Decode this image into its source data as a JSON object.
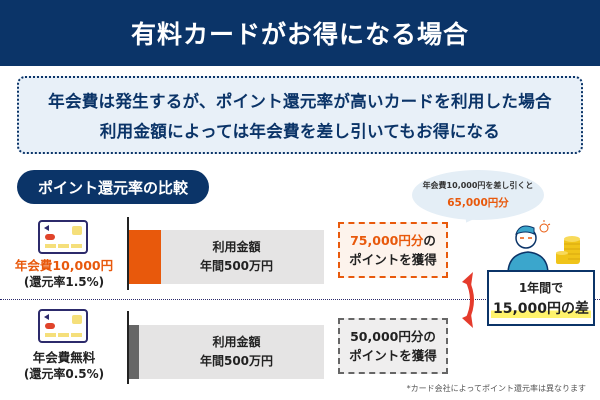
{
  "header": {
    "title": "有料カードがお得になる場合"
  },
  "summary": {
    "line1": "年会費は発生するが、ポイント還元率が高いカードを利用した場合",
    "line2": "利用金額によっては年会費を差し引いてもお得になる"
  },
  "section": {
    "title": "ポイント還元率の比較"
  },
  "bubble": {
    "line1": "年会費10,000円を差し引くと",
    "line2": "65,000円分"
  },
  "rows": [
    {
      "fee": "年会費10,000円",
      "rate": "(還元率1.5%)",
      "bar_line1": "利用金額",
      "bar_line2": "年間500万円",
      "result_amount": "75,000円分",
      "result_suffix": "の",
      "result_line2": "ポイントを獲得",
      "accent": "#e8590c"
    },
    {
      "fee": "年会費無料",
      "rate": "(還元率0.5%)",
      "bar_line1": "利用金額",
      "bar_line2": "年間500万円",
      "result_amount": "50,000円分",
      "result_suffix": "の",
      "result_line2": "ポイントを獲得",
      "accent": "#666666"
    }
  ],
  "difference": {
    "line1": "1年間で",
    "line2": "15,000円の差"
  },
  "footnote": "*カード会社によってポイント還元率は異なります",
  "colors": {
    "navy": "#0b3468",
    "orange": "#e8590c",
    "gray_bar": "#666666",
    "highlight": "#fff36b"
  }
}
